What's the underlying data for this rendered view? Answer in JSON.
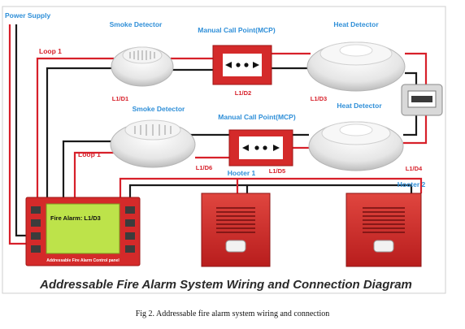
{
  "diagram": {
    "title": "Addressable Fire Alarm System Wiring and Connection Diagram",
    "power_supply_label": "Power Supply",
    "loop1_top_label": "Loop 1",
    "loop1_bottom_label": "Loop 1",
    "devices": {
      "smoke_detector_1": {
        "name": "Smoke Detector",
        "address": "L1/D1"
      },
      "mcp_1": {
        "name": "Manual Call Point(MCP)",
        "address": "L1/D2"
      },
      "heat_detector_1": {
        "name": "Heat Detector",
        "address": "L1/D3"
      },
      "heat_detector_2": {
        "name": "Heat Detector",
        "address": "L1/D4"
      },
      "mcp_2": {
        "name": "Manual Call Point(MCP)",
        "address": "L1/D5"
      },
      "smoke_detector_2": {
        "name": "Smoke Detector",
        "address": "L1/D6"
      }
    },
    "hooter_1_label": "Hooter 1",
    "hooter_2_label": "Hooter 2",
    "control_panel": {
      "screen_text": "Fire Alarm: L1/D3",
      "name": "Addressable Fire Alarm Control panel"
    },
    "wire_colors": {
      "positive": "#d7202a",
      "negative": "#1a1a1a"
    },
    "accent_blue": "#2f8fd8",
    "panel_red": "#d42a2a",
    "screen_green": "#bde34a"
  },
  "caption": "Fig 2. Addressable fire alarm system wiring and connection"
}
